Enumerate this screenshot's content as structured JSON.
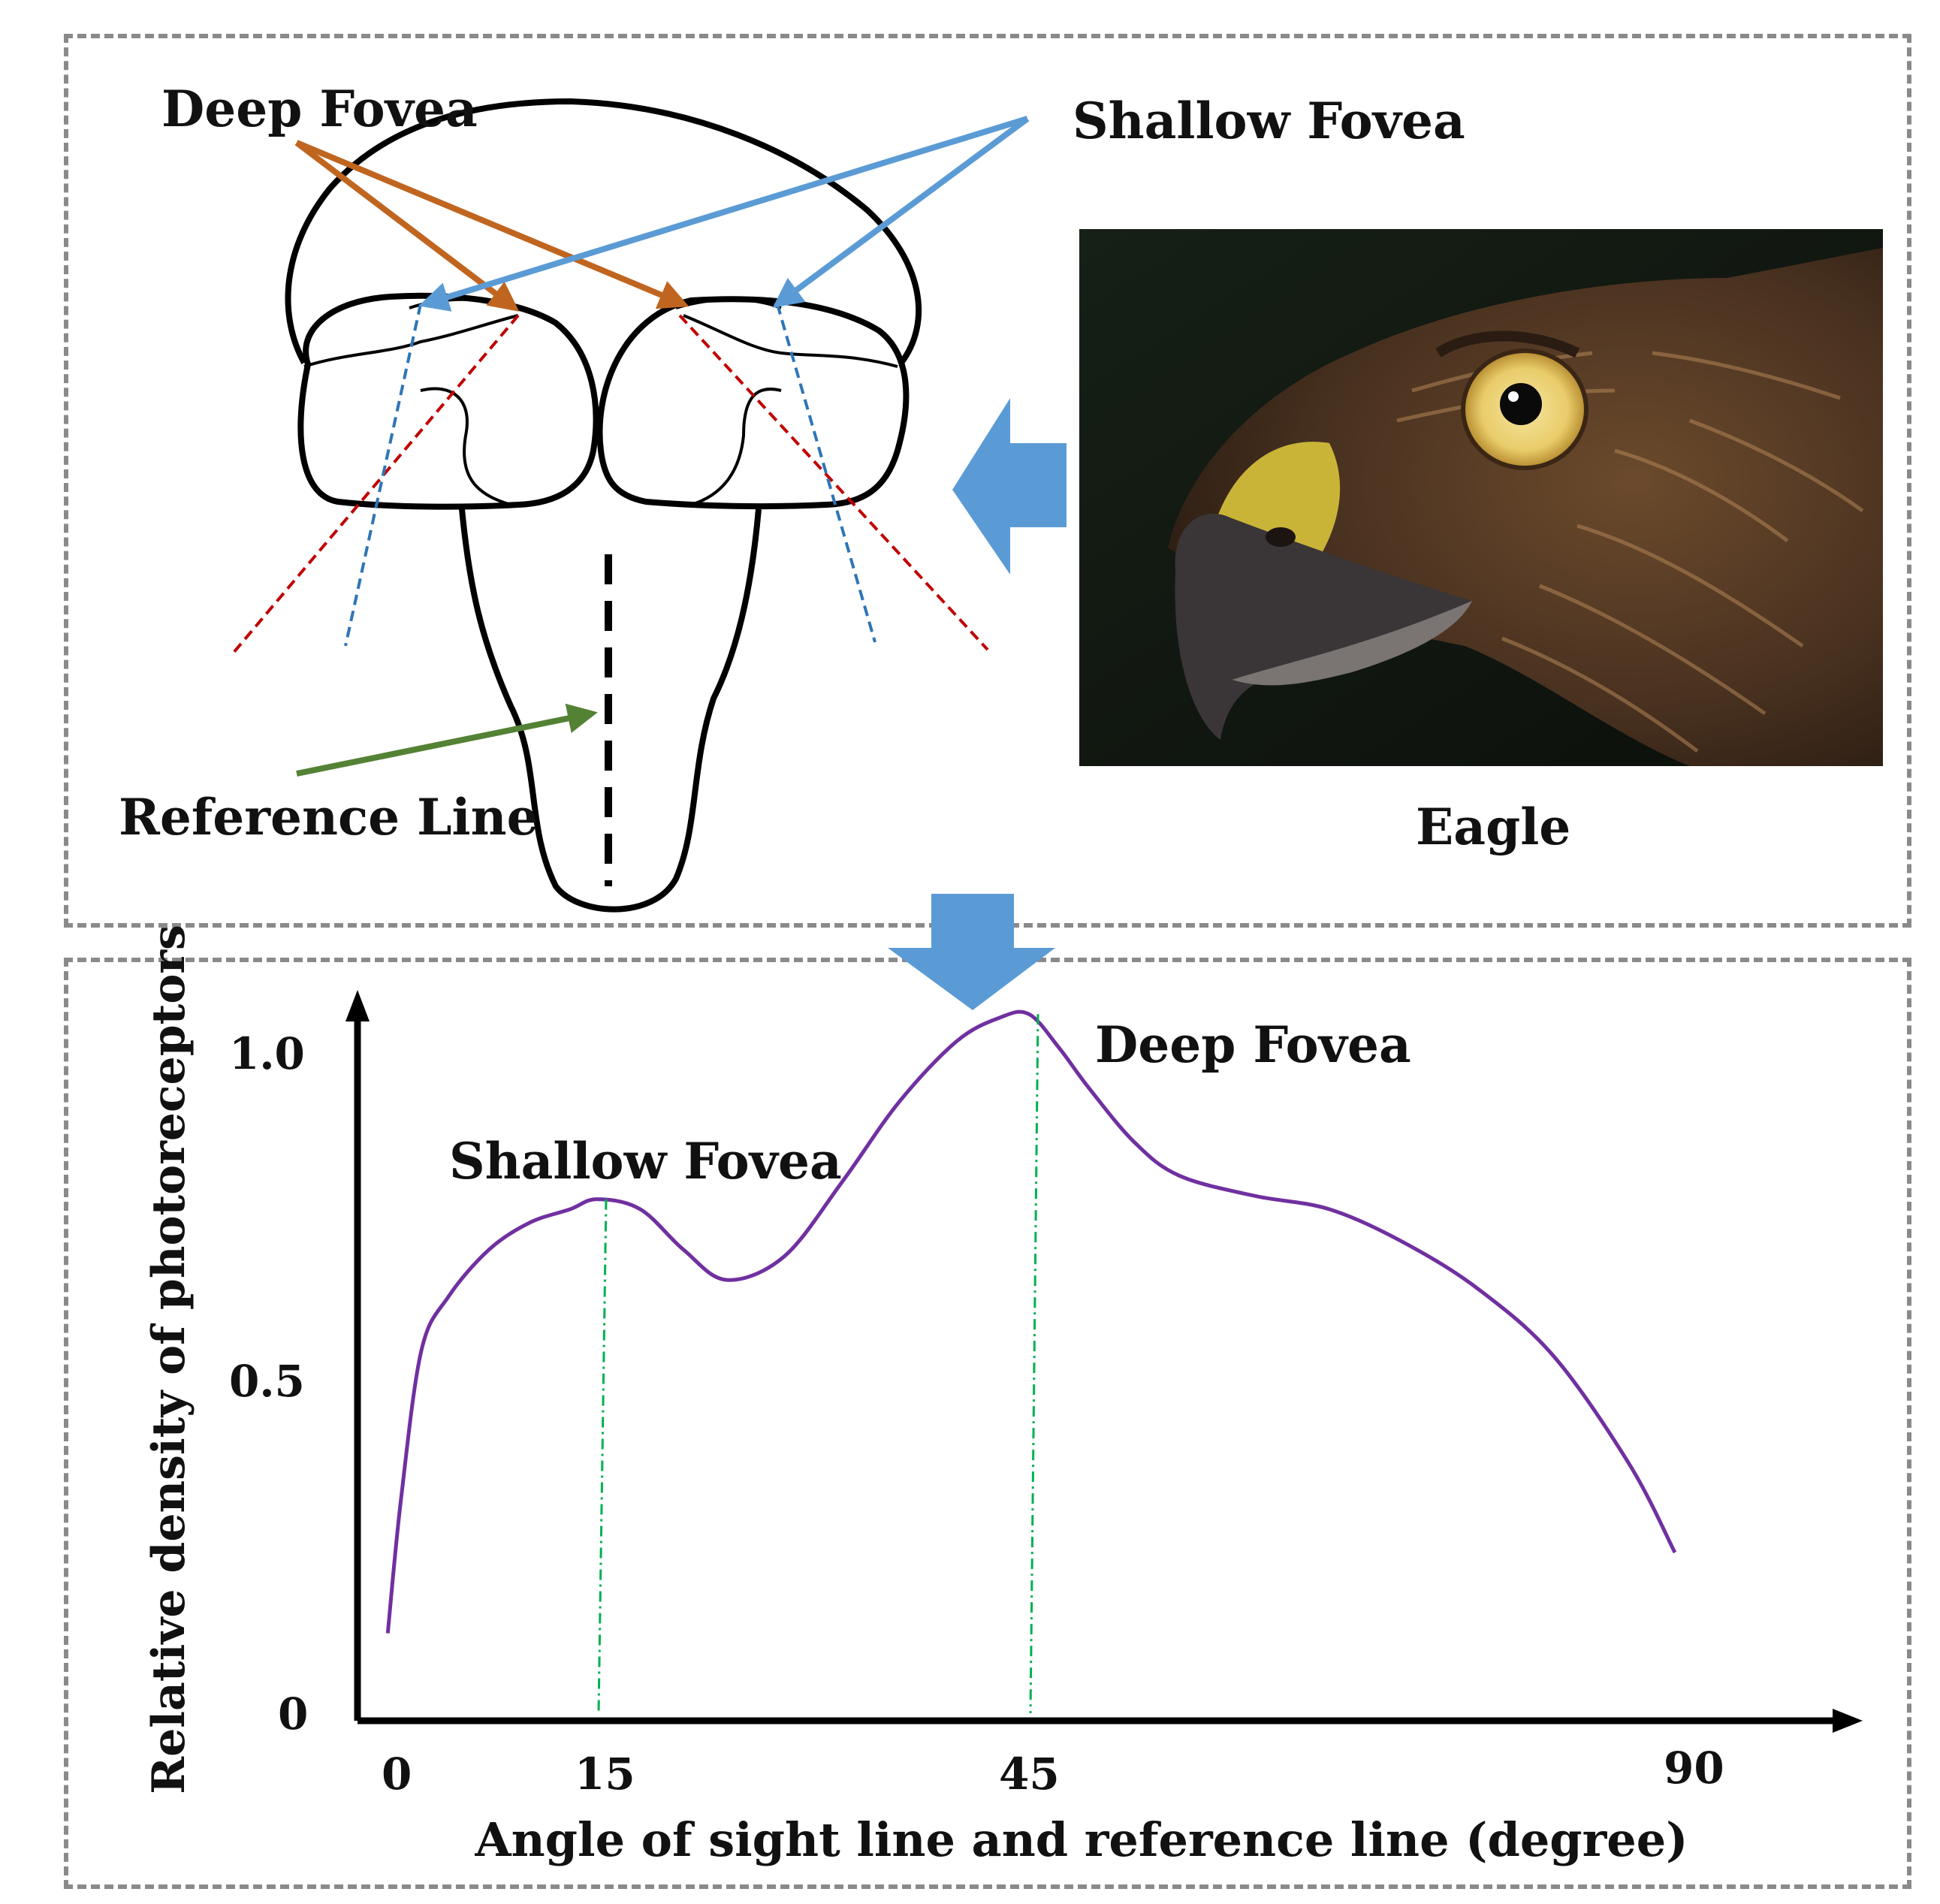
{
  "diagram": {
    "head_labels": {
      "deep_fovea": "Deep Fovea",
      "shallow_fovea": "Shallow Fovea",
      "reference_line": "Reference Line"
    },
    "photo_caption": "Eagle",
    "arrow_colors": {
      "deep_fovea": "#c0651f",
      "shallow_fovea": "#5b9bd5",
      "reference_line": "#548235",
      "flow_arrow": "#5b9bd5"
    }
  },
  "chart_data": {
    "type": "line",
    "xlabel": "Angle of sight line and reference line (degree)",
    "ylabel": "Relative density of photoreceptors",
    "x_ticks": [
      "0",
      "15",
      "45",
      "90"
    ],
    "y_ticks": [
      "0",
      "0.5",
      "1.0"
    ],
    "series": [
      {
        "color": "#7030a0",
        "x": [
          -0.5,
          0.5,
          2,
          4,
          7,
          10,
          13,
          15,
          18,
          21,
          24,
          28,
          32,
          36,
          40,
          43,
          45,
          47,
          49,
          52,
          55,
          60,
          65,
          70,
          75,
          80,
          85,
          88
        ],
        "y": [
          0.13,
          0.33,
          0.55,
          0.63,
          0.7,
          0.74,
          0.76,
          0.775,
          0.76,
          0.7,
          0.655,
          0.69,
          0.8,
          0.92,
          1.01,
          1.045,
          1.05,
          1.0,
          0.94,
          0.86,
          0.81,
          0.78,
          0.76,
          0.71,
          0.64,
          0.54,
          0.38,
          0.25
        ]
      }
    ],
    "annotations": [
      {
        "text": "Shallow Fovea",
        "x": 15,
        "y": 0.775
      },
      {
        "text": "Deep Fovea",
        "x": 45,
        "y": 1.05
      }
    ],
    "xlim": [
      -2,
      100
    ],
    "ylim": [
      0,
      1.08
    ]
  }
}
